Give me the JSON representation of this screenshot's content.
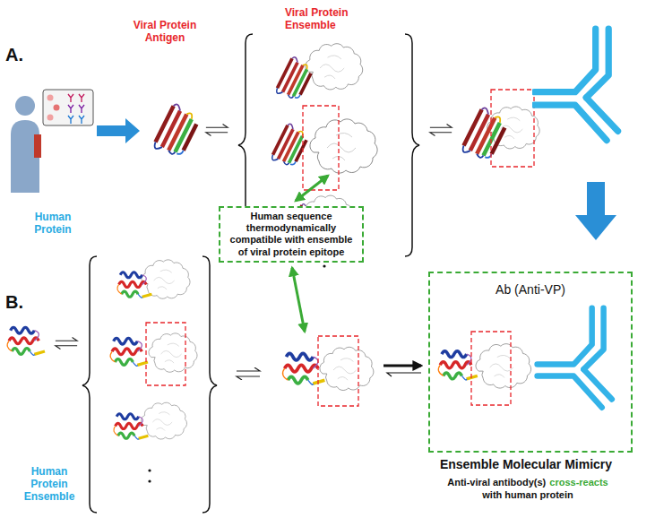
{
  "diagram": {
    "nodes": [
      {
        "text": [
          "Human sequence thermodynamically compatible with ensemble of viral protein epitope"
        ]
      },
      {
        "text": [
          "Ab (Anti-VP)"
        ]
      }
    ],
    "labels": [
      "A.",
      "Viral Protein Antigen",
      "Viral Protein Ensemble",
      "B.",
      "Human Protein",
      "Human Protein Ensemble",
      "Ensemble Molecular Mimicry",
      "Anti-viral antibody(s)",
      "cross-reacts",
      "with human protein"
    ]
  }
}
